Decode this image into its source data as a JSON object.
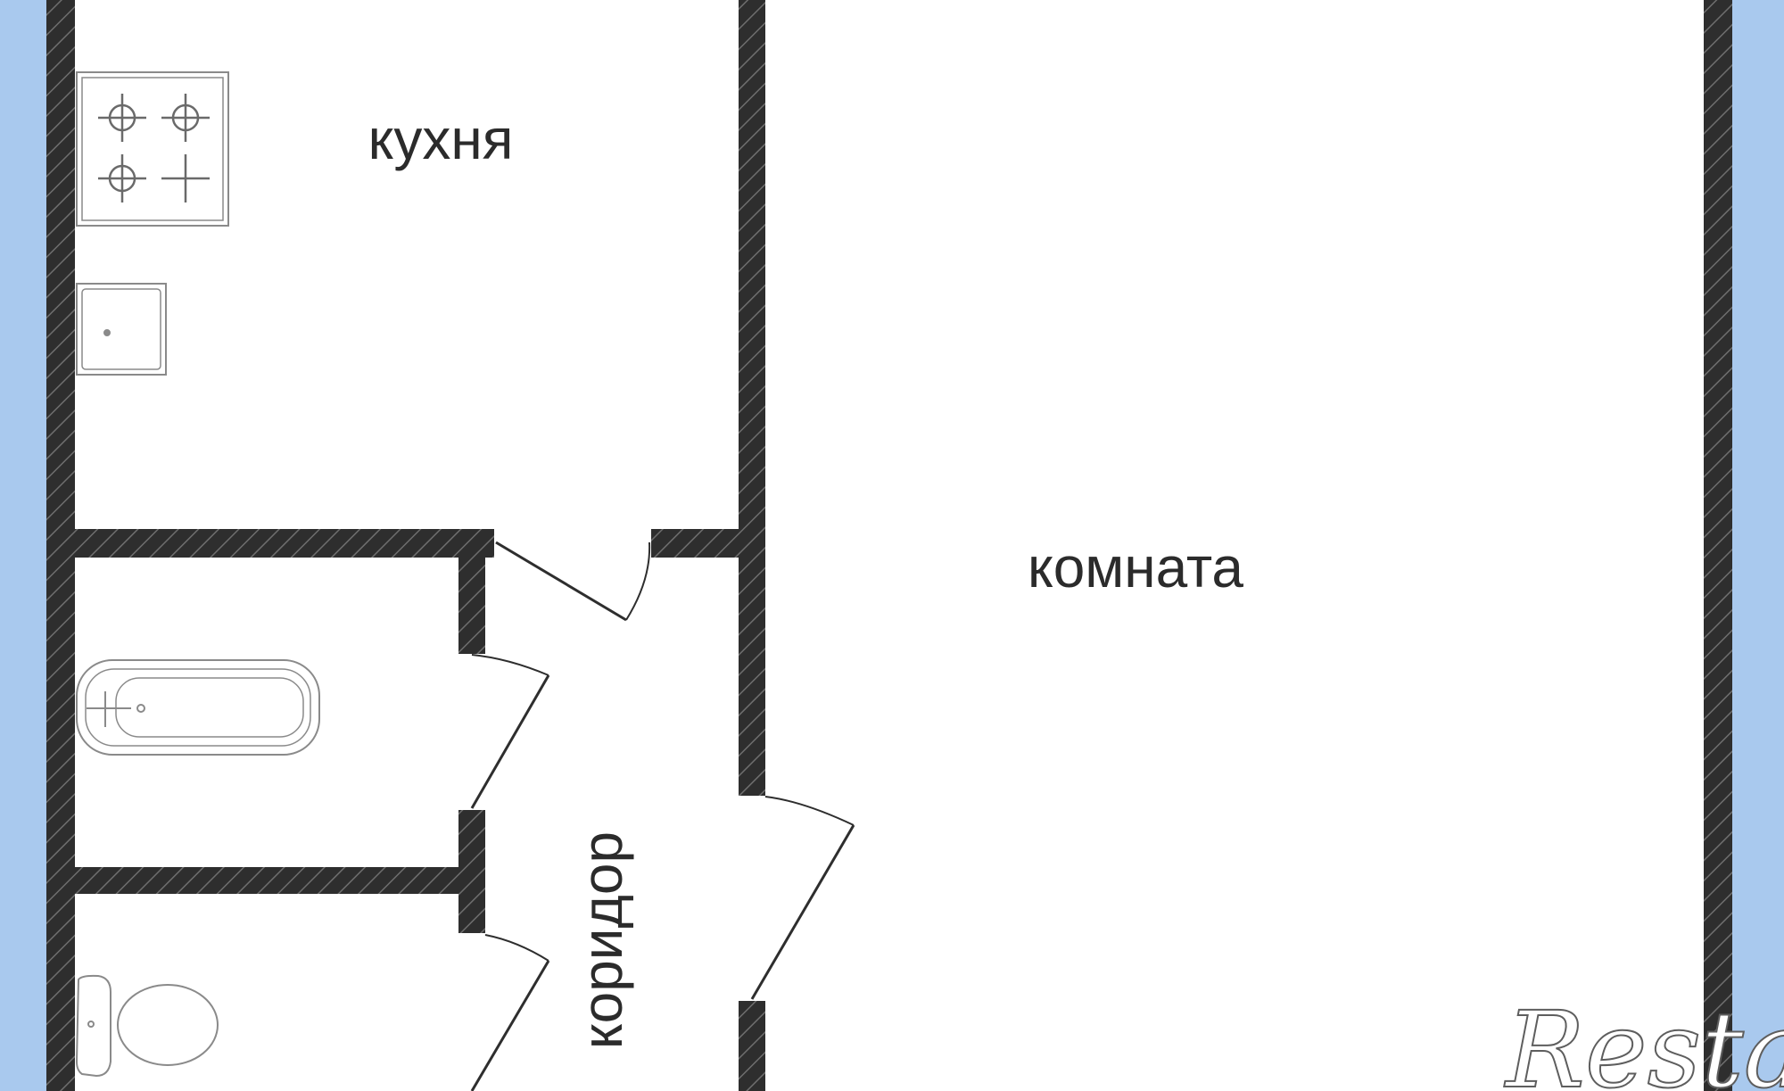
{
  "plan": {
    "colors": {
      "background": "#a9c9ee",
      "wall": "#2e2e2e",
      "wall_hatch": "#6e6e6e",
      "floor": "#ffffff",
      "fixture_stroke": "#8a8a8a",
      "text": "#2b2b2b"
    },
    "rooms": {
      "kitchen": "кухня",
      "room": "комната",
      "corridor": "коридор"
    },
    "fixtures": [
      "stove-icon",
      "sink-icon",
      "bathtub-icon",
      "toilet-icon"
    ],
    "watermark": "Restate"
  }
}
